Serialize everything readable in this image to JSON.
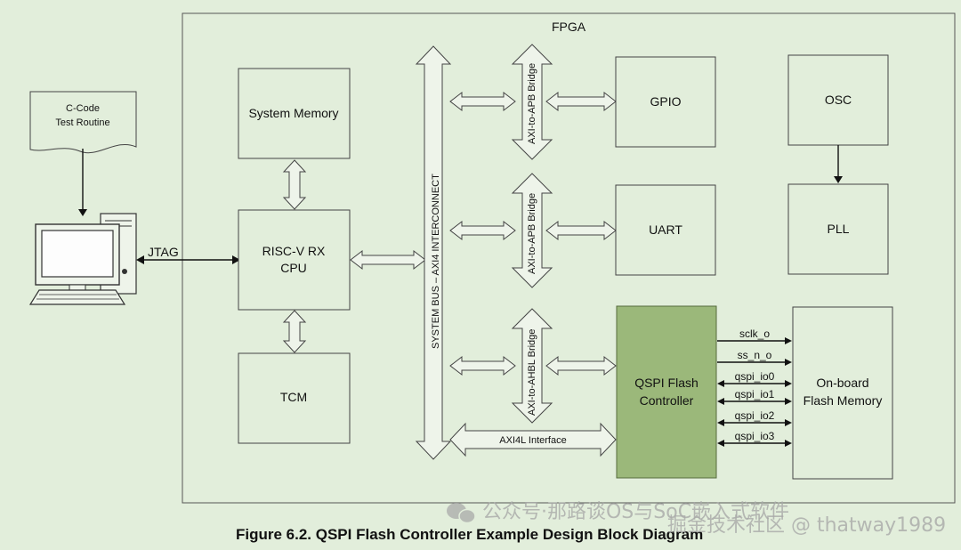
{
  "fpga_label": "FPGA",
  "ccode": {
    "line1": "C-Code",
    "line2": "Test Routine"
  },
  "jtag_label": "JTAG",
  "blocks": {
    "system_memory": "System Memory",
    "cpu_line1": "RISC-V RX",
    "cpu_line2": "CPU",
    "tcm": "TCM",
    "gpio": "GPIO",
    "uart": "UART",
    "osc": "OSC",
    "pll": "PLL",
    "qspi_line1": "QSPI Flash",
    "qspi_line2": "Controller",
    "flash_line1": "On-board",
    "flash_line2": "Flash Memory"
  },
  "bus_label": "SYSTEM BUS – AXI4 INTERCONNECT",
  "bridges": {
    "gpio": "AXI-to-APB Bridge",
    "uart": "AXI-to-APB Bridge",
    "qspi": "AXI-to-AHBL Bridge"
  },
  "axi4l_label": "AXI4L Interface",
  "signals": [
    "sclk_o",
    "ss_n_o",
    "qspi_io0",
    "qspi_io1",
    "qspi_io2",
    "qspi_io3"
  ],
  "caption": "Figure 6.2. QSPI Flash Controller Example Design Block Diagram",
  "watermark": {
    "line1": "公众号·那路谈OS与SoC嵌入式软件",
    "line2": "掘金技术社区 @ thatway1989"
  },
  "colors": {
    "background": "#e2eedb",
    "qspi_block": "#9bb87a",
    "outline": "#444444"
  }
}
